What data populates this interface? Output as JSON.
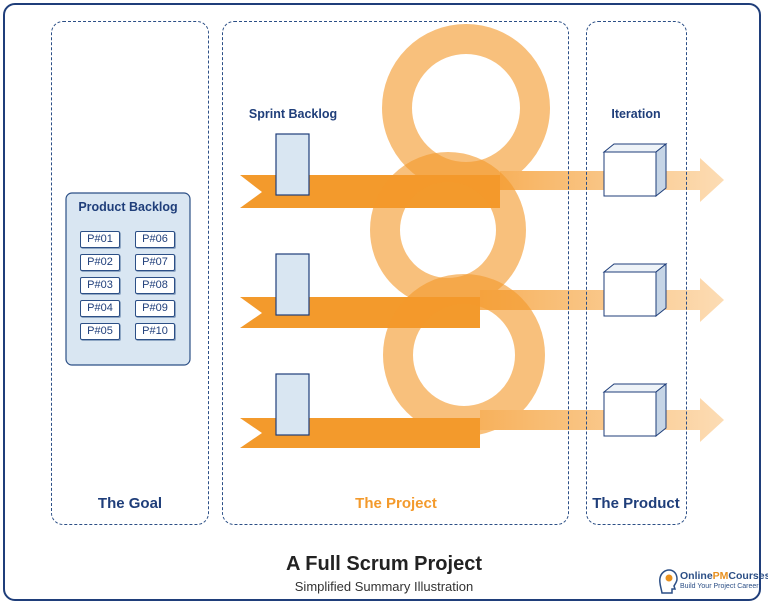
{
  "zones": {
    "goal": "The Goal",
    "project": "The Project",
    "product": "The Product"
  },
  "headers": {
    "sprint_backlog": "Sprint Backlog",
    "iteration": "Iteration"
  },
  "product_backlog": {
    "title": "Product Backlog",
    "items": [
      "P#01",
      "P#02",
      "P#03",
      "P#04",
      "P#05",
      "P#06",
      "P#07",
      "P#08",
      "P#09",
      "P#10"
    ]
  },
  "footer": {
    "title": "A Full Scrum Project",
    "subtitle": "Simplified Summary Illustration"
  },
  "logo": {
    "brand_a": "Online",
    "brand_b": "PM",
    "brand_c": "Courses",
    "tagline": "Build Your Project Career"
  },
  "colors": {
    "navy": "#1f3e7a",
    "orange": "#f39a2c",
    "orange_light": "#fbd3a0",
    "card_fill": "#d9e6f2"
  },
  "icons": [
    "sprint-backlog-card-icon",
    "iteration-product-box-icon",
    "logo-head-icon"
  ]
}
